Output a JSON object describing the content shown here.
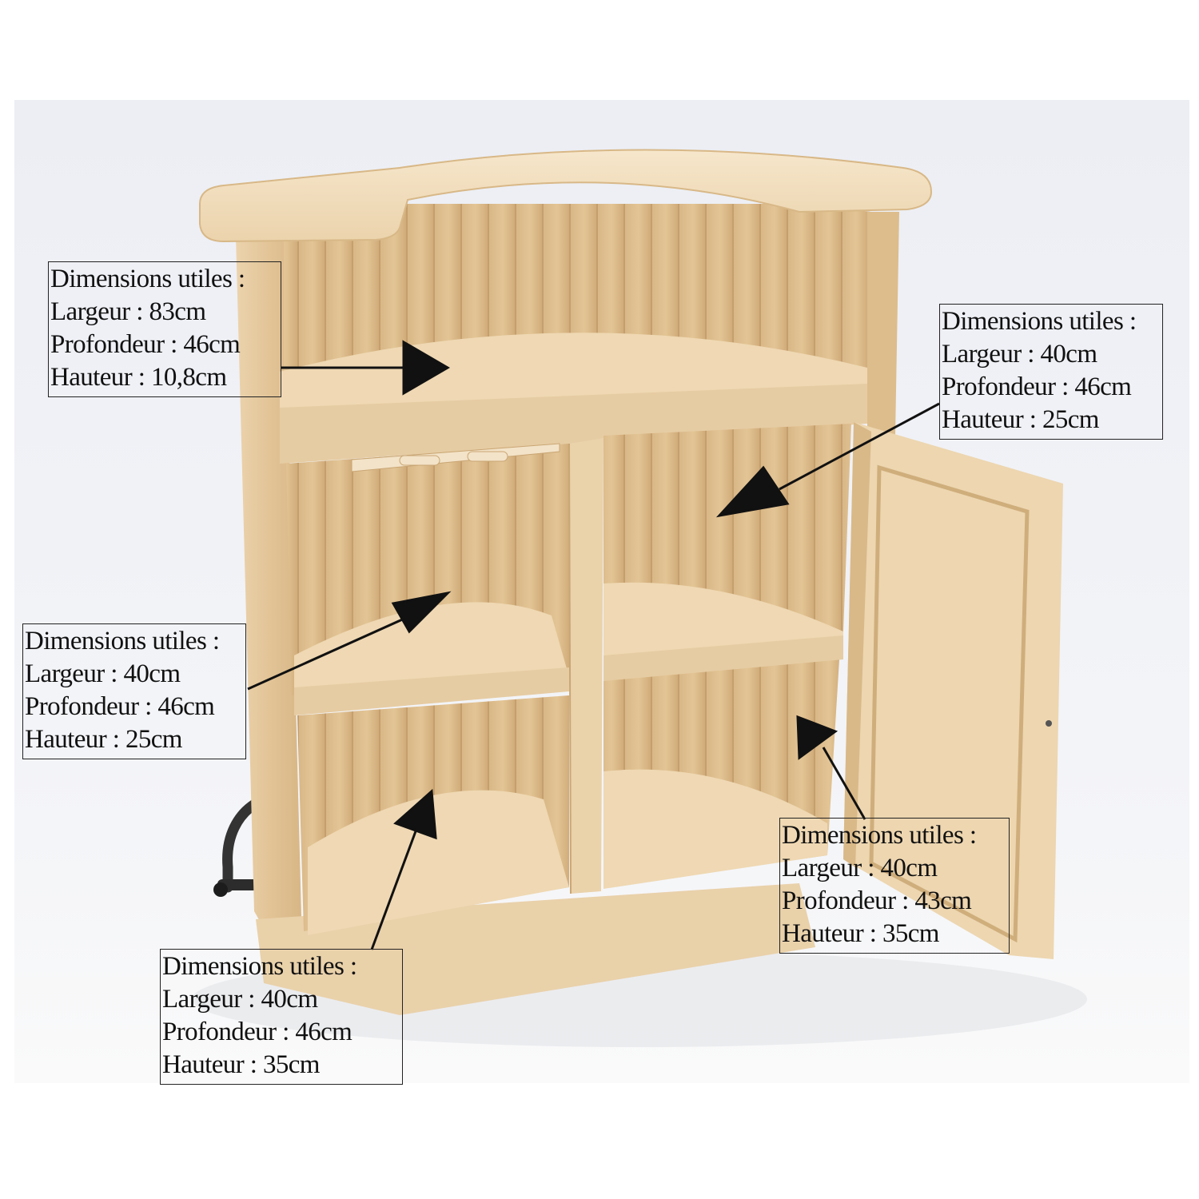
{
  "colors": {
    "background": "#ffffff",
    "backdrop": "#eef0f5",
    "wood_light": "#f0dcbb",
    "wood_mid": "#e4c698",
    "wood_dark": "#caa777",
    "text": "#111111"
  },
  "object": "wooden-corner-bar-cabinet",
  "callouts": [
    {
      "id": "top-niche",
      "title": "Dimensions utiles :",
      "largeur": "Largeur : 83cm",
      "profondeur": "Profondeur : 46cm",
      "hauteur": "Hauteur : 10,8cm"
    },
    {
      "id": "upper-right",
      "title": "Dimensions utiles :",
      "largeur": "Largeur : 40cm",
      "profondeur": "Profondeur : 46cm",
      "hauteur": "Hauteur : 25cm"
    },
    {
      "id": "upper-left",
      "title": "Dimensions utiles :",
      "largeur": "Largeur : 40cm",
      "profondeur": "Profondeur : 46cm",
      "hauteur": "Hauteur : 25cm"
    },
    {
      "id": "lower-right",
      "title": "Dimensions utiles :",
      "largeur": "Largeur : 40cm",
      "profondeur": "Profondeur : 43cm",
      "hauteur": "Hauteur : 35cm"
    },
    {
      "id": "lower-left",
      "title": "Dimensions utiles :",
      "largeur": "Largeur : 40cm",
      "profondeur": "Profondeur : 46cm",
      "hauteur": "Hauteur : 35cm"
    }
  ]
}
